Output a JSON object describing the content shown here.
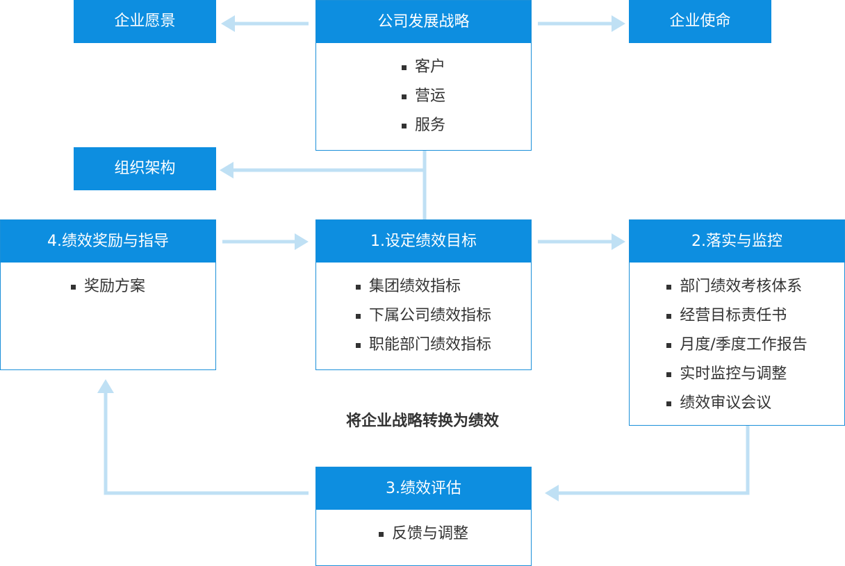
{
  "colors": {
    "accent": "#0d8ee0",
    "connector": "#bfe0f4",
    "text": "#333333"
  },
  "top": {
    "vision": "企业愿景",
    "strategy": {
      "title": "公司发展战略",
      "items": [
        "客户",
        "营运",
        "服务"
      ]
    },
    "mission": "企业使命"
  },
  "org": "组织架构",
  "steps": {
    "reward": {
      "title": "4.绩效奖励与指导",
      "items": [
        "奖励方案"
      ]
    },
    "target": {
      "title": "1.设定绩效目标",
      "items": [
        "集团绩效指标",
        "下属公司绩效指标",
        "职能部门绩效指标"
      ]
    },
    "monitor": {
      "title": "2.落实与监控",
      "items": [
        "部门绩效考核体系",
        "经营目标责任书",
        "月度/季度工作报告",
        "实时监控与调整",
        "绩效审议会议"
      ]
    },
    "evaluate": {
      "title": "3.绩效评估",
      "items": [
        "反馈与调整"
      ]
    }
  },
  "caption": "将企业战略转换为绩效"
}
